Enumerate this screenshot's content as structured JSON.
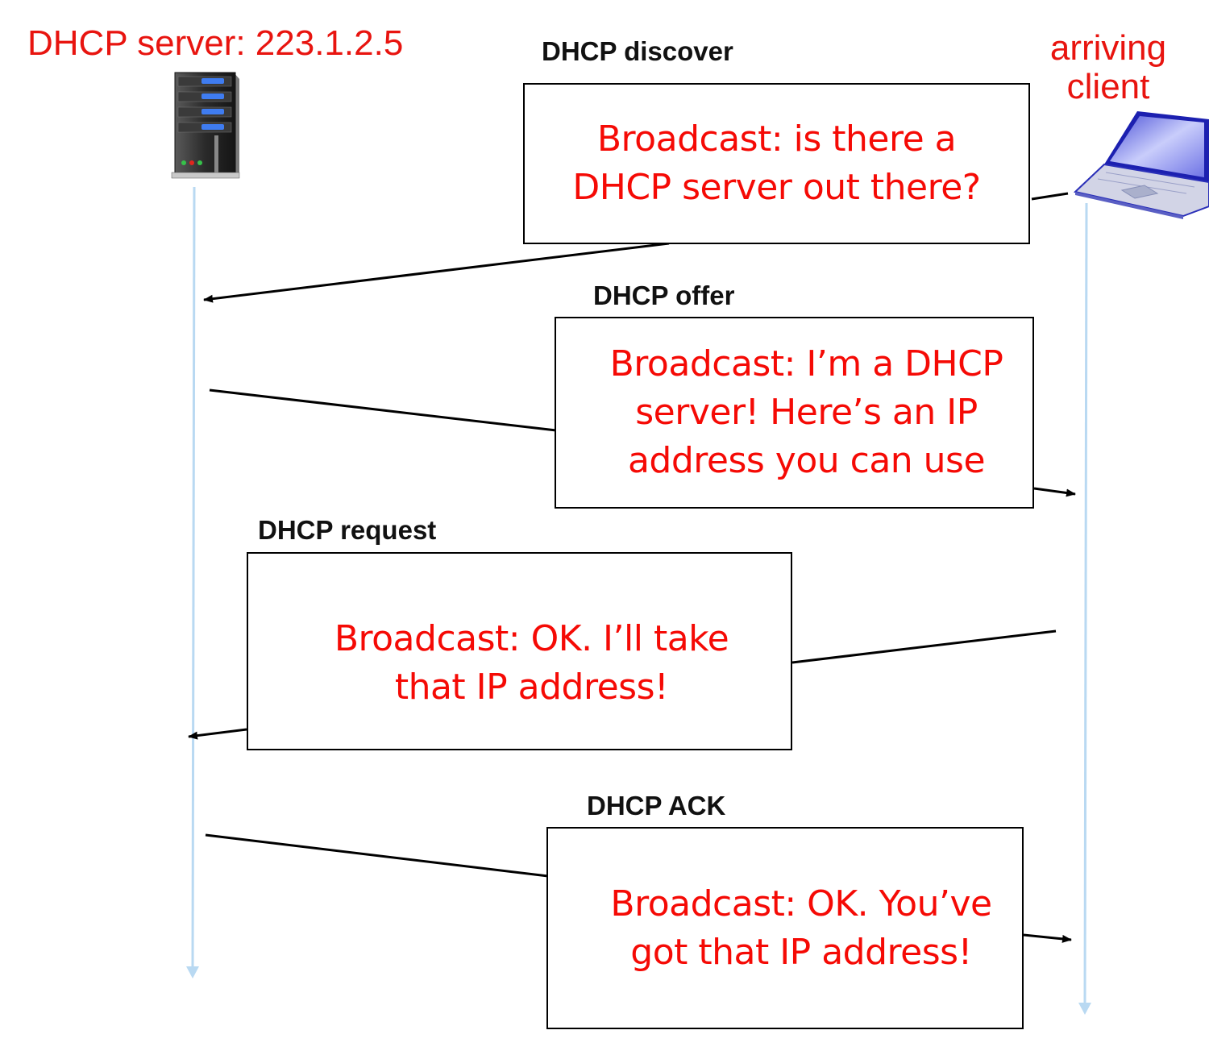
{
  "server": {
    "label": "DHCP server: 223.1.2.5",
    "icon": "server-tower-icon"
  },
  "client": {
    "label": "arriving client",
    "icon": "laptop-icon"
  },
  "colors": {
    "actor_label": "#e8140f",
    "message_text": "#f50a05",
    "timeline": "#b9d9f2",
    "arrow": "#000000"
  },
  "messages": [
    {
      "name": "DHCP discover",
      "direction": "client-to-server",
      "lines": [
        "Broadcast: is there a",
        "DHCP server out there?"
      ]
    },
    {
      "name": "DHCP offer",
      "direction": "server-to-client",
      "lines": [
        "Broadcast: I’m a DHCP",
        "server! Here’s an IP",
        "address you can use"
      ]
    },
    {
      "name": "DHCP request",
      "direction": "client-to-server",
      "lines": [
        "Broadcast: OK.  I’ll take",
        "that IP address!"
      ]
    },
    {
      "name": "DHCP ACK",
      "direction": "server-to-client",
      "lines": [
        "Broadcast: OK.  You’ve",
        "got that IP address!"
      ]
    }
  ]
}
